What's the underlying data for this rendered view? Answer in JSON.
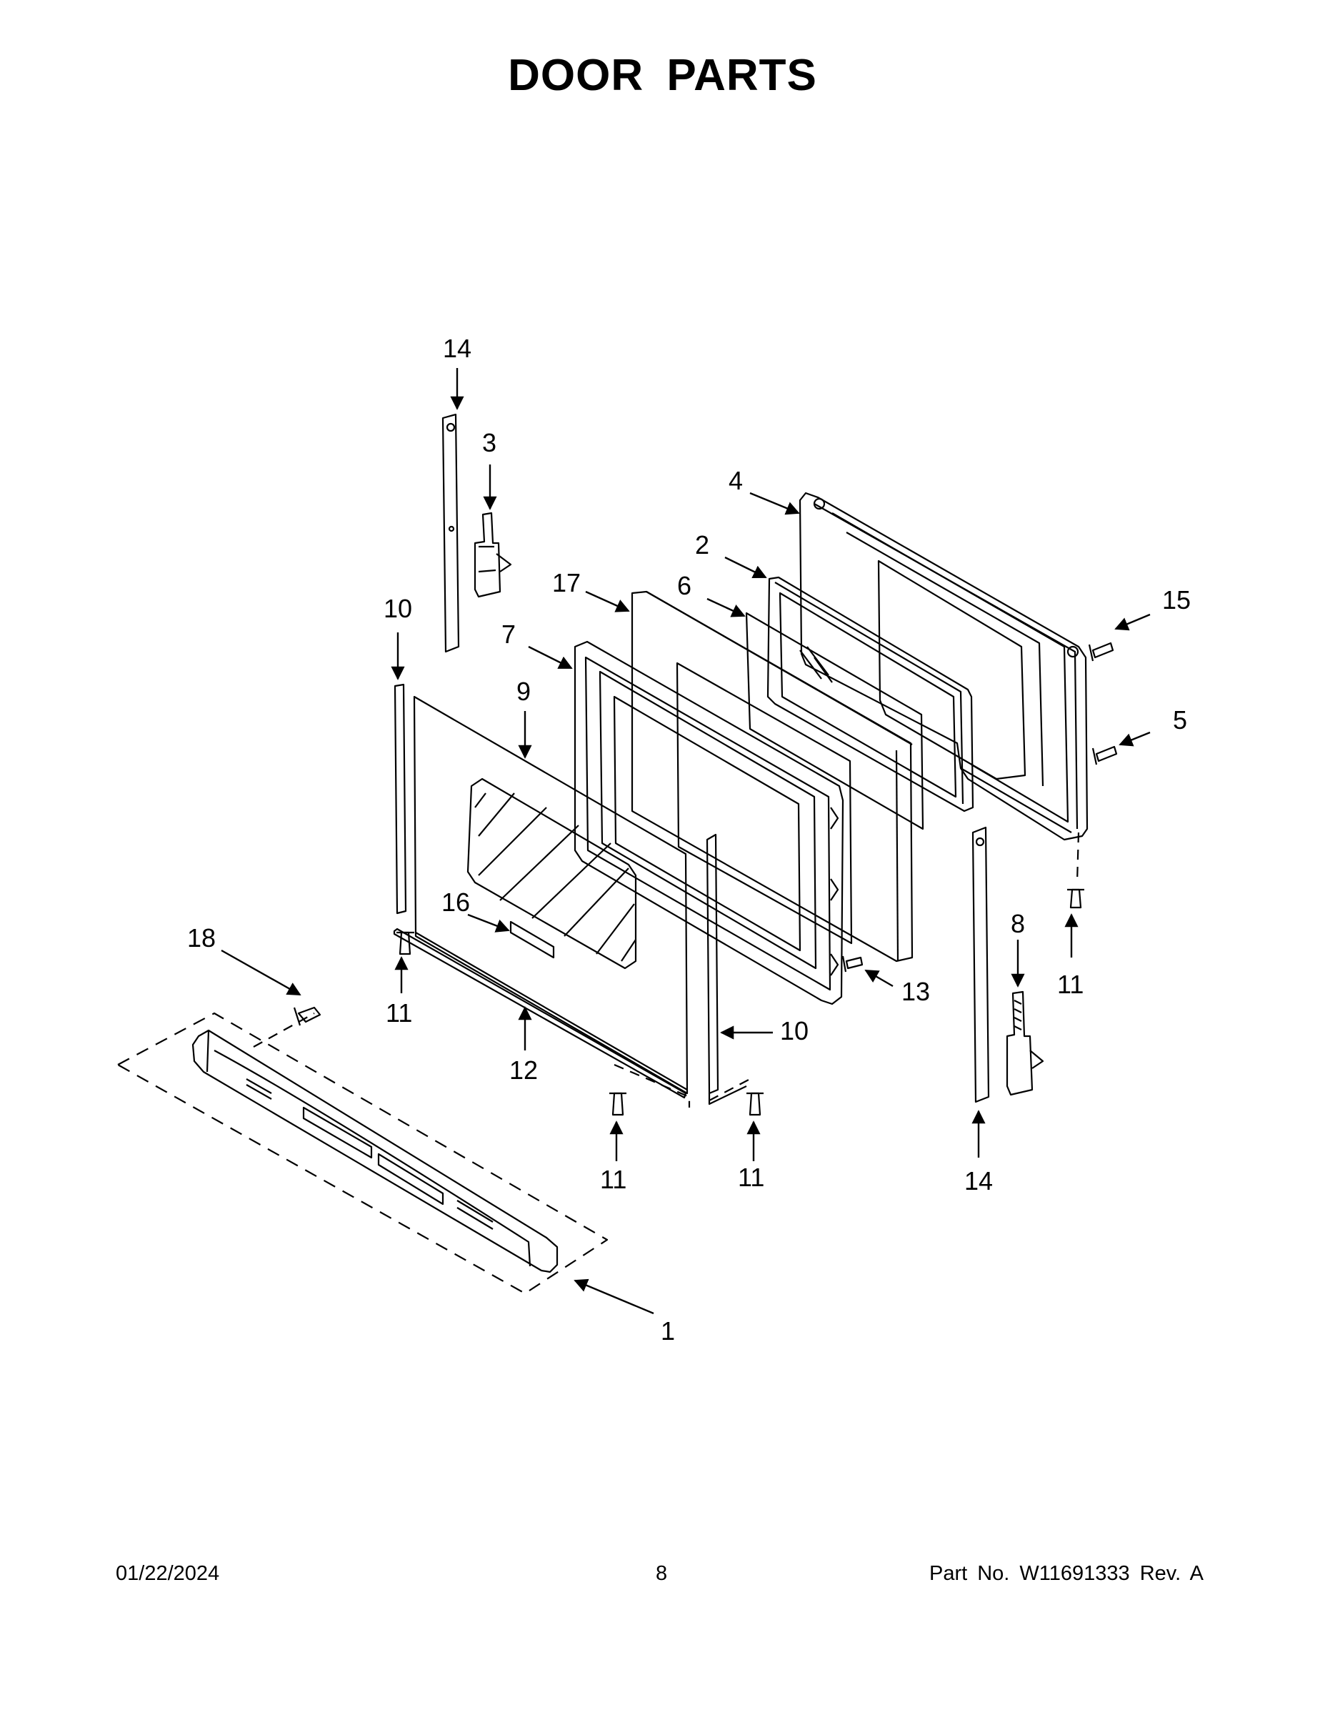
{
  "title": "DOOR PARTS",
  "callouts": [
    "14",
    "3",
    "4",
    "2",
    "17",
    "6",
    "15",
    "10",
    "7",
    "9",
    "5",
    "16",
    "18",
    "11",
    "13",
    "8",
    "11",
    "10",
    "12",
    "11",
    "11",
    "14",
    "1"
  ],
  "footer": {
    "date": "01/22/2024",
    "page": "8",
    "part_number": "Part No.  W11691333  Rev.  A"
  },
  "colors": {
    "ink": "#000000",
    "paper": "#ffffff"
  }
}
